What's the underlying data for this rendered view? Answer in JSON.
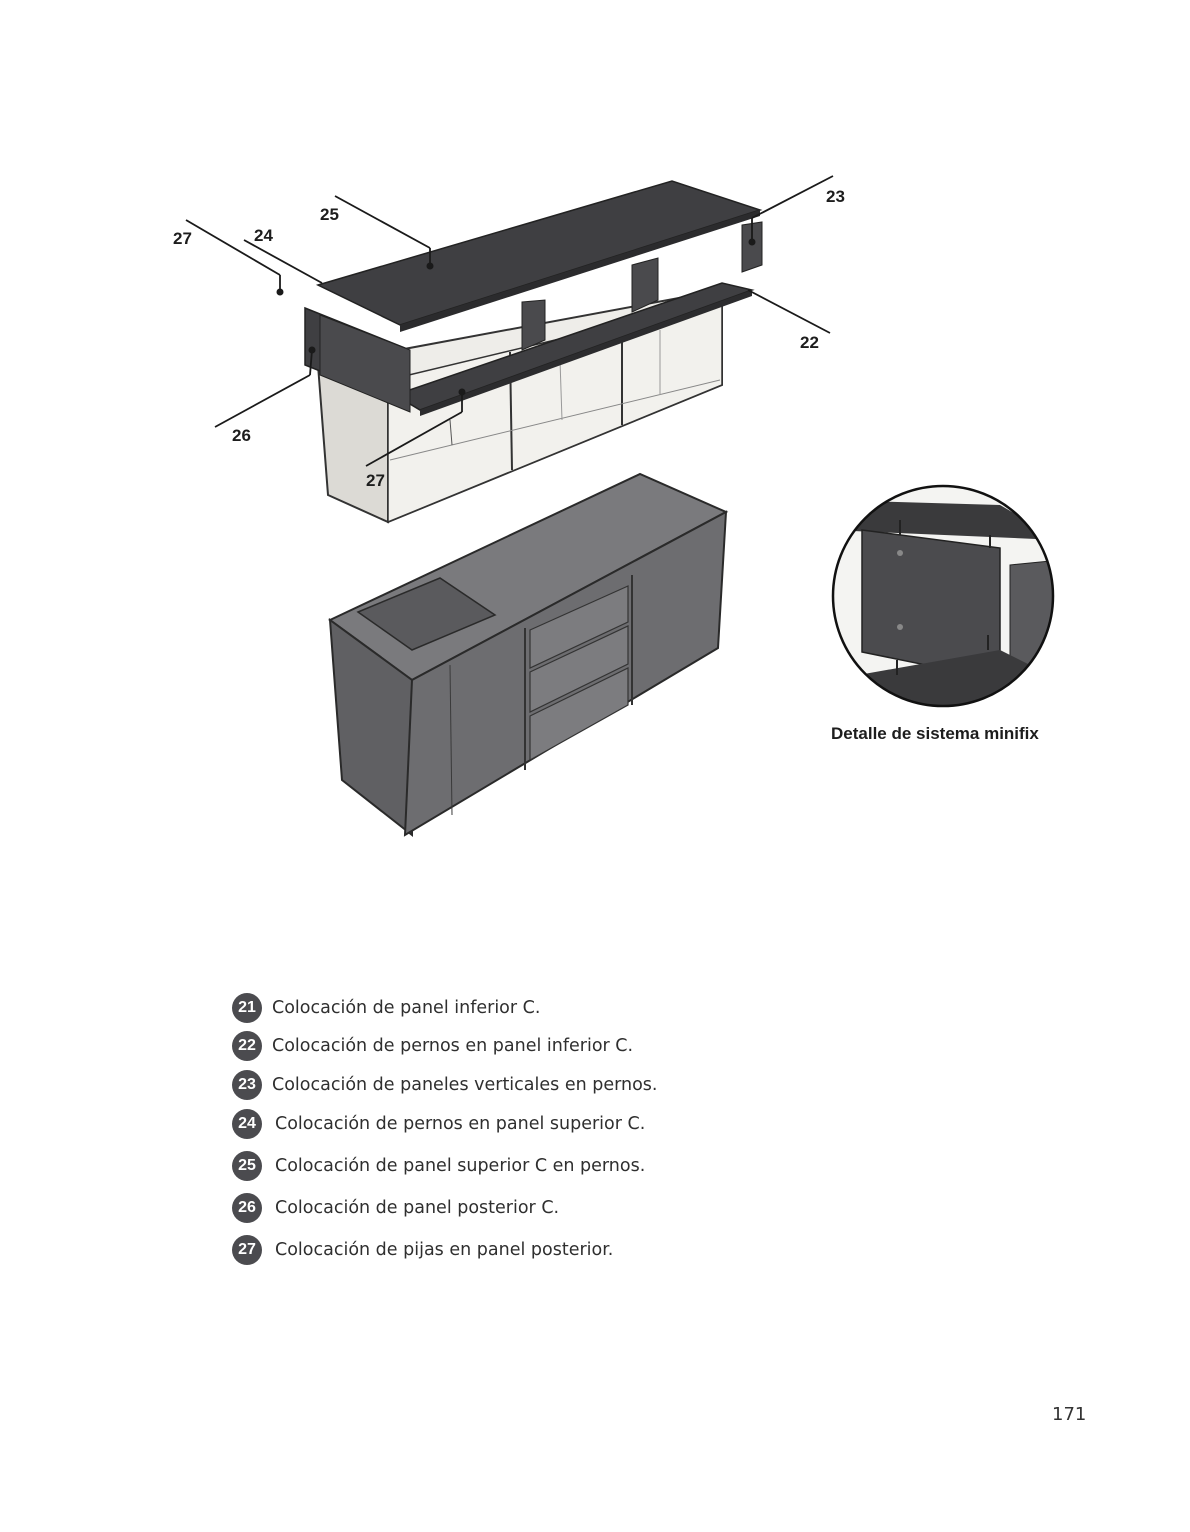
{
  "callouts": [
    {
      "id": "c23",
      "label": "23"
    },
    {
      "id": "c25",
      "label": "25"
    },
    {
      "id": "c27a",
      "label": "27"
    },
    {
      "id": "c24",
      "label": "24"
    },
    {
      "id": "c22",
      "label": "22"
    },
    {
      "id": "c26",
      "label": "26"
    },
    {
      "id": "c27b",
      "label": "27"
    }
  ],
  "detail": {
    "caption": "Detalle de sistema minifix"
  },
  "steps": [
    {
      "number": "21",
      "text": "Colocación de panel inferior C."
    },
    {
      "number": "22",
      "text": "Colocación de pernos en panel inferior C."
    },
    {
      "number": "23",
      "text": "Colocación de paneles verticales en pernos."
    },
    {
      "number": "24",
      "text": "Colocación de pernos en panel superior C."
    },
    {
      "number": "25",
      "text": "Colocación de panel superior C en pernos."
    },
    {
      "number": "26",
      "text": "Colocación de panel posterior C."
    },
    {
      "number": "27",
      "text": "Colocación de pijas en panel posterior."
    }
  ],
  "page_number": "171",
  "colors": {
    "panel_dark": "#3f3f42",
    "cabinet_gray": "#6f6f72",
    "badge": "#4b4b4f",
    "wood_light": "#ebeae6"
  }
}
